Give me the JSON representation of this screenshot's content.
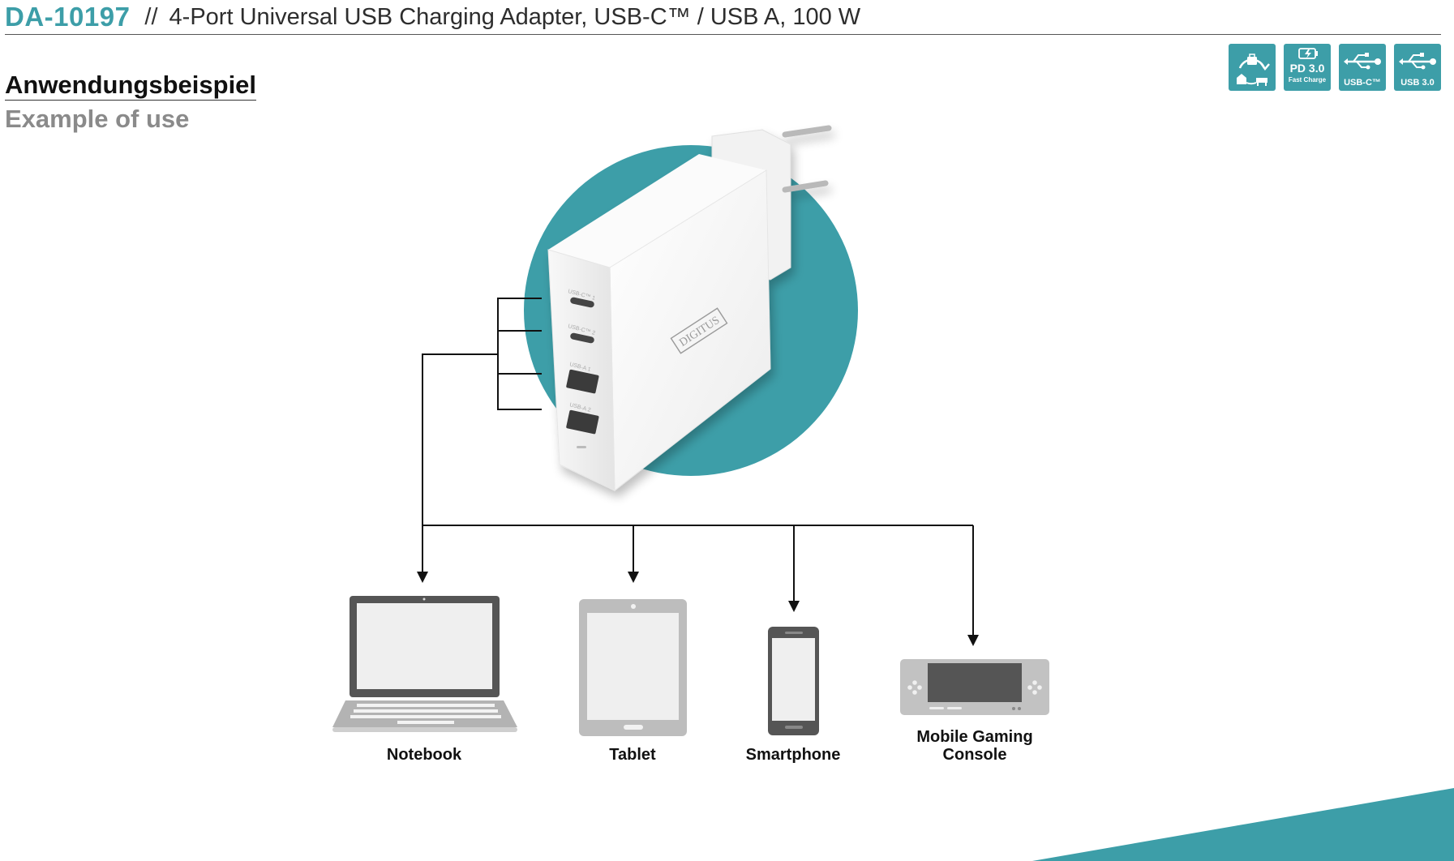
{
  "header": {
    "product_number": "DA-10197",
    "separator": "//",
    "title": "4-Port Universal USB Charging Adapter, USB-C™ / USB A, 100 W"
  },
  "section": {
    "title_de": "Anwendungsbeispiel",
    "title_en": "Example of use"
  },
  "badges": [
    {
      "icon": "travel-globe-icon",
      "label": ""
    },
    {
      "icon": "fast-charge-battery-icon",
      "label": "PD 3.0",
      "sublabel": "Fast Charge"
    },
    {
      "icon": "usb-symbol-icon",
      "label": "USB-C™"
    },
    {
      "icon": "usb-symbol-icon",
      "label": "USB 3.0"
    }
  ],
  "adapter": {
    "brand": "DIGITUS",
    "ports": [
      "USB-C™ 1",
      "USB-C™ 2",
      "USB-A 1",
      "USB-A 2"
    ]
  },
  "devices": [
    {
      "icon": "notebook-icon",
      "label": "Notebook"
    },
    {
      "icon": "tablet-icon",
      "label": "Tablet"
    },
    {
      "icon": "smartphone-icon",
      "label": "Smartphone"
    },
    {
      "icon": "game-console-icon",
      "label": "Mobile Gaming Console"
    }
  ],
  "colors": {
    "accent": "#3d9ea8",
    "text": "#111111",
    "muted": "#8a8a8a"
  }
}
